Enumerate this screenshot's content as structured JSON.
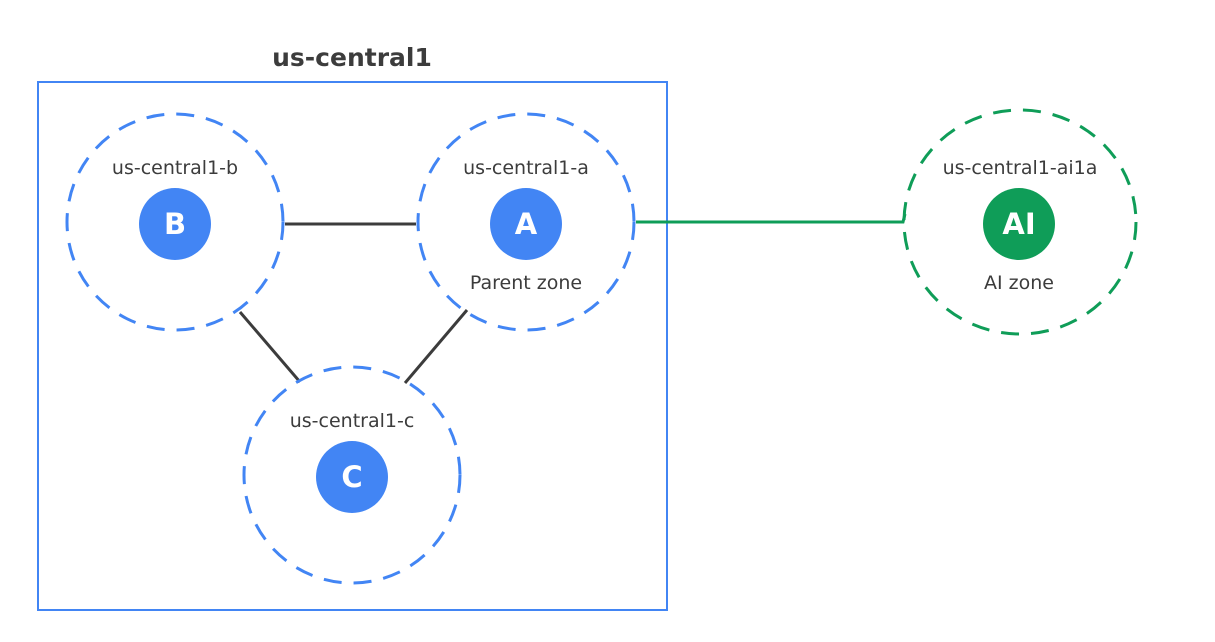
{
  "region": {
    "label": "us-central1",
    "color": "#4285f4"
  },
  "zones": [
    {
      "id": "b",
      "label": "us-central1-b",
      "node": "B",
      "sublabel": "",
      "color": "#4285f4"
    },
    {
      "id": "a",
      "label": "us-central1-a",
      "node": "A",
      "sublabel": "Parent zone",
      "color": "#4285f4"
    },
    {
      "id": "c",
      "label": "us-central1-c",
      "node": "C",
      "sublabel": "",
      "color": "#4285f4"
    },
    {
      "id": "ai",
      "label": "us-central1-ai1a",
      "node": "AI",
      "sublabel": "AI zone",
      "color": "#0f9d58"
    }
  ],
  "links": [
    {
      "from": "b",
      "to": "a",
      "color": "#3c3c3c"
    },
    {
      "from": "b",
      "to": "c",
      "color": "#3c3c3c"
    },
    {
      "from": "a",
      "to": "c",
      "color": "#3c3c3c"
    },
    {
      "from": "a",
      "to": "ai",
      "color": "#0f9d58"
    }
  ]
}
